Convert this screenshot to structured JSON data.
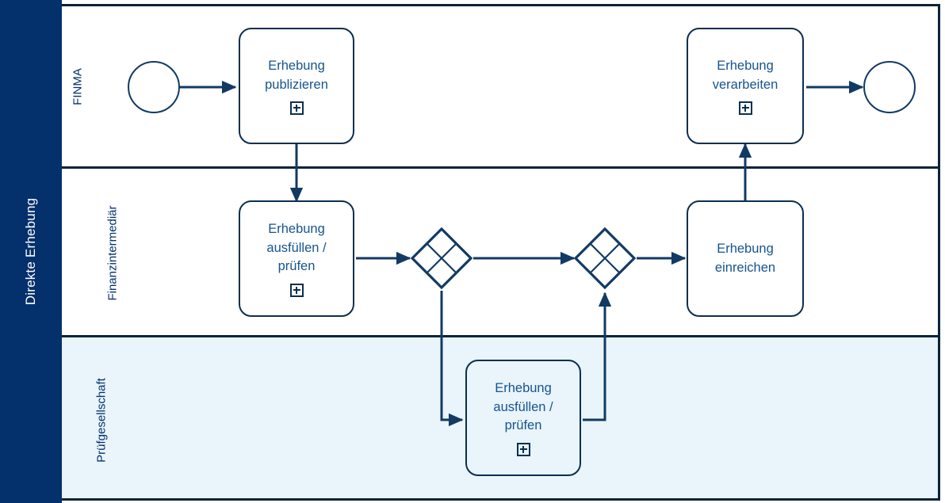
{
  "diagram": {
    "type": "bpmn-process",
    "pool": {
      "label": "Direkte Erhebung"
    },
    "colors": {
      "pool_header_bg": "#04306c",
      "pool_header_text": "#ffffff",
      "lane_border": "#06243a",
      "lane_default_bg": "#ffffff",
      "lane_highlight_bg": "#e9f4fb",
      "shape_stroke": "#0c2f4f",
      "task_text": "#16548f",
      "lane_label_text": "#04306c",
      "connector": "#123a63"
    },
    "lanes": [
      {
        "label": "FINMA",
        "background": "#ffffff"
      },
      {
        "label": "Finanzintermediär",
        "background": "#ffffff"
      },
      {
        "label": "Prüfgesellschaft",
        "background": "#e9f4fb"
      }
    ],
    "nodes": [
      {
        "id": "start",
        "kind": "start-event",
        "lane": 0,
        "label": ""
      },
      {
        "id": "publizieren",
        "kind": "task-subprocess",
        "lane": 0,
        "label": "Erhebung\npublizieren",
        "marker": "+"
      },
      {
        "id": "verarbeiten",
        "kind": "task-subprocess",
        "lane": 0,
        "label": "Erhebung\nverarbeiten",
        "marker": "+"
      },
      {
        "id": "end",
        "kind": "end-event",
        "lane": 0,
        "label": ""
      },
      {
        "id": "fi-ausfuellen",
        "kind": "task-subprocess",
        "lane": 1,
        "label": "Erhebung\nausfüllen /\nprüfen",
        "marker": "+"
      },
      {
        "id": "gw-split",
        "kind": "exclusive-gateway",
        "lane": 1,
        "label": ""
      },
      {
        "id": "gw-join",
        "kind": "exclusive-gateway",
        "lane": 1,
        "label": ""
      },
      {
        "id": "einreichen",
        "kind": "task",
        "lane": 1,
        "label": "Erhebung\neinreichen",
        "marker": ""
      },
      {
        "id": "pg-ausfuellen",
        "kind": "task-subprocess",
        "lane": 2,
        "label": "Erhebung\nausfüllen /\nprüfen",
        "marker": "+"
      }
    ],
    "flows": [
      {
        "from": "start",
        "to": "publizieren"
      },
      {
        "from": "publizieren",
        "to": "fi-ausfuellen"
      },
      {
        "from": "fi-ausfuellen",
        "to": "gw-split"
      },
      {
        "from": "gw-split",
        "to": "gw-join"
      },
      {
        "from": "gw-split",
        "to": "pg-ausfuellen"
      },
      {
        "from": "pg-ausfuellen",
        "to": "gw-join"
      },
      {
        "from": "gw-join",
        "to": "einreichen"
      },
      {
        "from": "einreichen",
        "to": "verarbeiten"
      },
      {
        "from": "verarbeiten",
        "to": "end"
      }
    ]
  }
}
